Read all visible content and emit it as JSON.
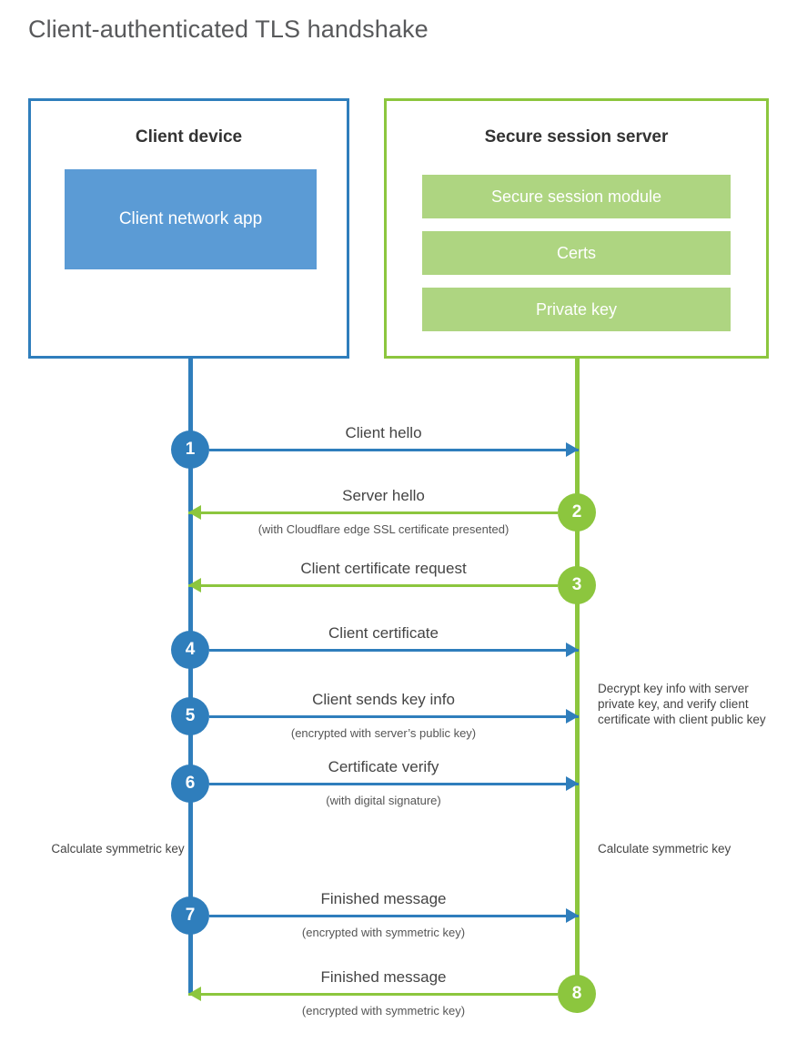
{
  "title": "Client-authenticated TLS handshake",
  "colors": {
    "client_blue": "#2f7ebc",
    "client_app_fill": "#5b9bd5",
    "server_green": "#8cc63e",
    "server_bar_fill": "#aed581",
    "title_gray": "#58595b",
    "text_gray": "#444444"
  },
  "client": {
    "title": "Client device",
    "app_label": "Client network app"
  },
  "server": {
    "title": "Secure session server",
    "components": [
      "Secure session module",
      "Certs",
      "Private key"
    ]
  },
  "steps": [
    {
      "number": "1",
      "side": "client",
      "label": "Client hello",
      "sub": ""
    },
    {
      "number": "2",
      "side": "server",
      "label": "Server hello",
      "sub": "(with Cloudflare edge SSL certificate presented)"
    },
    {
      "number": "3",
      "side": "server",
      "label": "Client certificate request",
      "sub": ""
    },
    {
      "number": "4",
      "side": "client",
      "label": "Client certificate",
      "sub": ""
    },
    {
      "number": "5",
      "side": "client",
      "label": "Client sends key info",
      "sub": "(encrypted with server’s public key)"
    },
    {
      "number": "6",
      "side": "client",
      "label": "Certificate verify",
      "sub": "(with digital signature)"
    },
    {
      "number": "7",
      "side": "client",
      "label": "Finished message",
      "sub": "(encrypted with symmetric key)"
    },
    {
      "number": "8",
      "side": "server",
      "label": "Finished message",
      "sub": "(encrypted with symmetric key)"
    }
  ],
  "notes": {
    "decrypt": "Decrypt key info with server private key, and verify client certificate with client public key",
    "calculate_client": "Calculate symmetric key",
    "calculate_server": "Calculate symmetric key"
  }
}
